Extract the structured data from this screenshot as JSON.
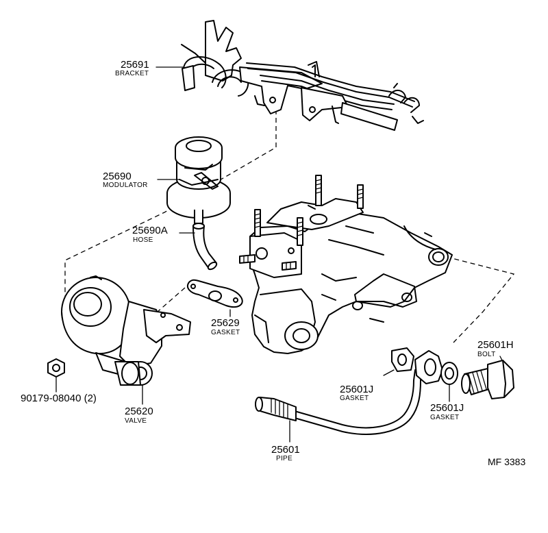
{
  "labels": {
    "bracket": {
      "number": "25691",
      "name": "BRACKET"
    },
    "modulator": {
      "number": "25690",
      "name": "MODULATOR"
    },
    "hose": {
      "number": "25690A",
      "name": "HOSE"
    },
    "gasket_mid": {
      "number": "25629",
      "name": "GASKET"
    },
    "nut": {
      "number": "90179-08040 (2)"
    },
    "valve": {
      "number": "25620",
      "name": "VALVE"
    },
    "bolt": {
      "number": "25601H",
      "name": "BOLT"
    },
    "gasket_j1": {
      "number": "25601J",
      "name": "GASKET"
    },
    "gasket_j2": {
      "number": "25601J",
      "name": "GASKET"
    },
    "pipe": {
      "number": "25601",
      "name": "PIPE"
    }
  },
  "figure_ref": "MF 3383"
}
